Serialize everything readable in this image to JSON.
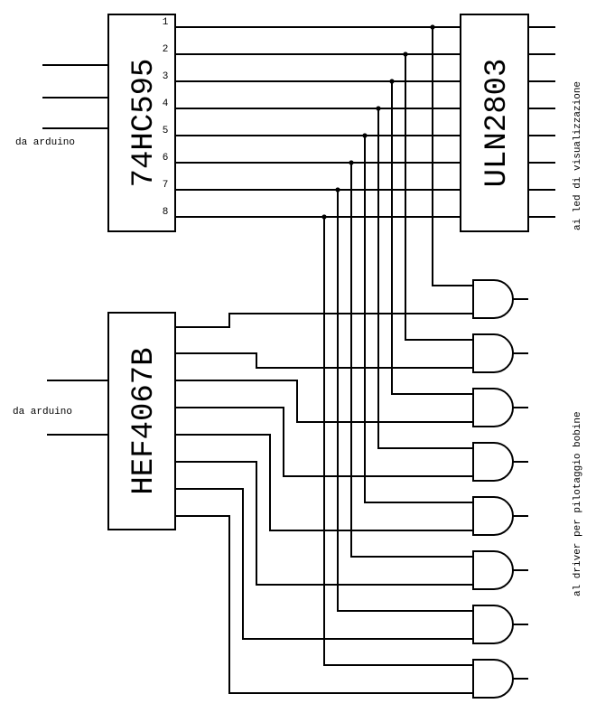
{
  "shift_register": {
    "label": "74HC595",
    "pins": [
      "1",
      "2",
      "3",
      "4",
      "5",
      "6",
      "7",
      "8"
    ],
    "input_label": "da arduino"
  },
  "driver": {
    "label": "ULN2803",
    "output_label": "ai led di visualizzazione"
  },
  "multiplexer": {
    "label": "HEF4067B",
    "input_label": "da arduino"
  },
  "gates": {
    "type": "AND",
    "count": 8,
    "output_label": "al driver per pilotaggio bobine"
  },
  "colors": {
    "line": "#000000",
    "background": "#ffffff"
  }
}
